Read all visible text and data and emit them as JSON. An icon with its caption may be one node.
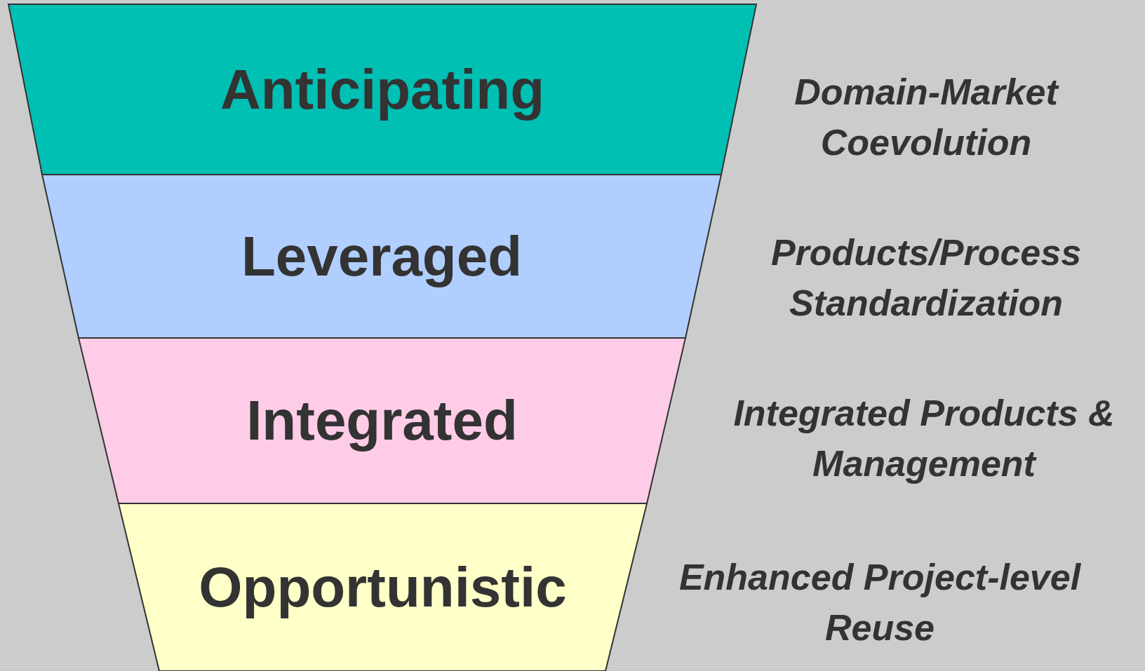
{
  "diagram": {
    "nodes": [
      {
        "text": [
          "Anticipating"
        ],
        "beside": [
          "Domain-Market Coevolution"
        ]
      },
      {
        "text": [
          "Leveraged"
        ],
        "beside": [
          "Products/Process Standardization"
        ]
      },
      {
        "text": [
          "Integrated"
        ],
        "beside": [
          "Integrated Products & Management"
        ]
      },
      {
        "text": [
          "Opportunistic"
        ],
        "beside": [
          "Enhanced Project-level Reuse"
        ]
      }
    ]
  }
}
